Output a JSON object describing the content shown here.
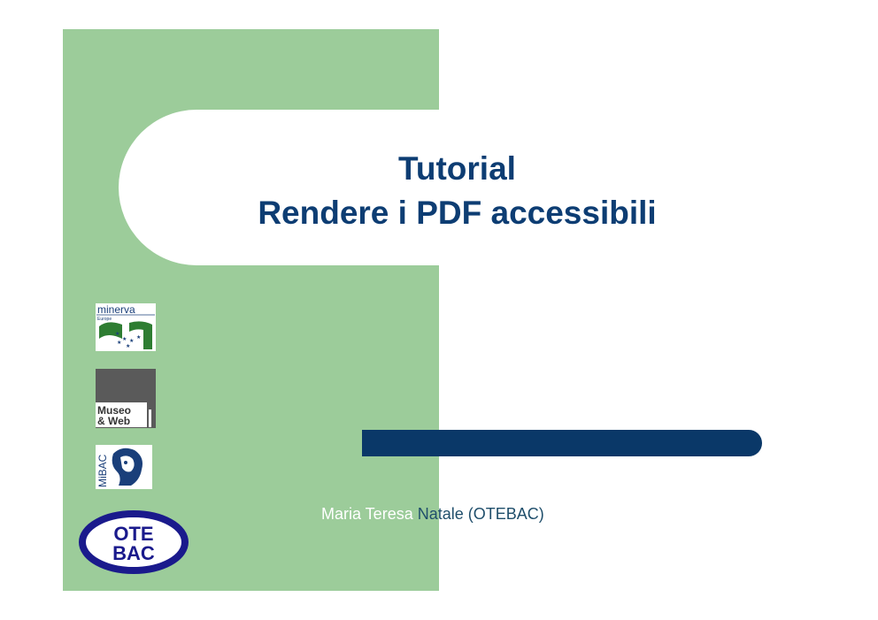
{
  "slide": {
    "title_line1": "Tutorial",
    "title_line2": "Rendere i PDF accessibili",
    "author_part1": "Maria Teresa ",
    "author_part2": "Natale (OTEBAC)"
  },
  "logos": [
    {
      "name": "minerva",
      "text": "minerva Europe"
    },
    {
      "name": "museo-web",
      "text": "Museo & Web"
    },
    {
      "name": "mibac",
      "text": "MiBAC"
    },
    {
      "name": "otebac",
      "text": "OTE BAC"
    }
  ],
  "colors": {
    "panel_green": "#9ccc9a",
    "title_blue": "#0d3d73",
    "bar_navy": "#0a3868"
  }
}
